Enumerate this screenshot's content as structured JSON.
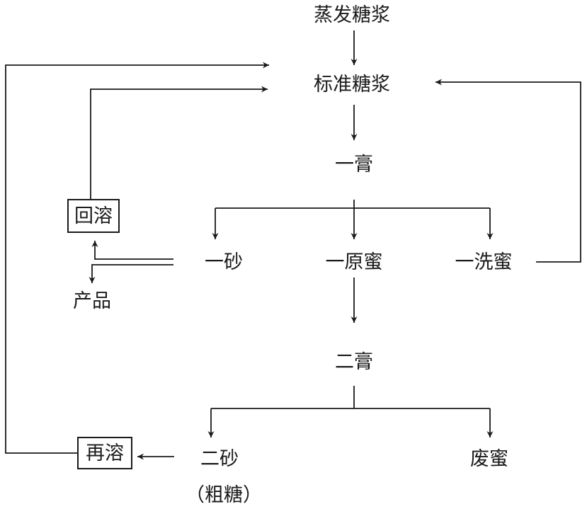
{
  "nodes": {
    "evap_syrup": "蒸发糖浆",
    "std_syrup": "标准糖浆",
    "first_massecuite": "一膏",
    "first_sugar": "一砂",
    "first_molasses": "一原蜜",
    "first_wash": "一洗蜜",
    "second_massecuite": "二膏",
    "second_sugar": "二砂",
    "raw_sugar": "（粗糖）",
    "waste_molasses": "废蜜",
    "product": "产品",
    "redissolve": "回溶",
    "remelt": "再溶"
  }
}
